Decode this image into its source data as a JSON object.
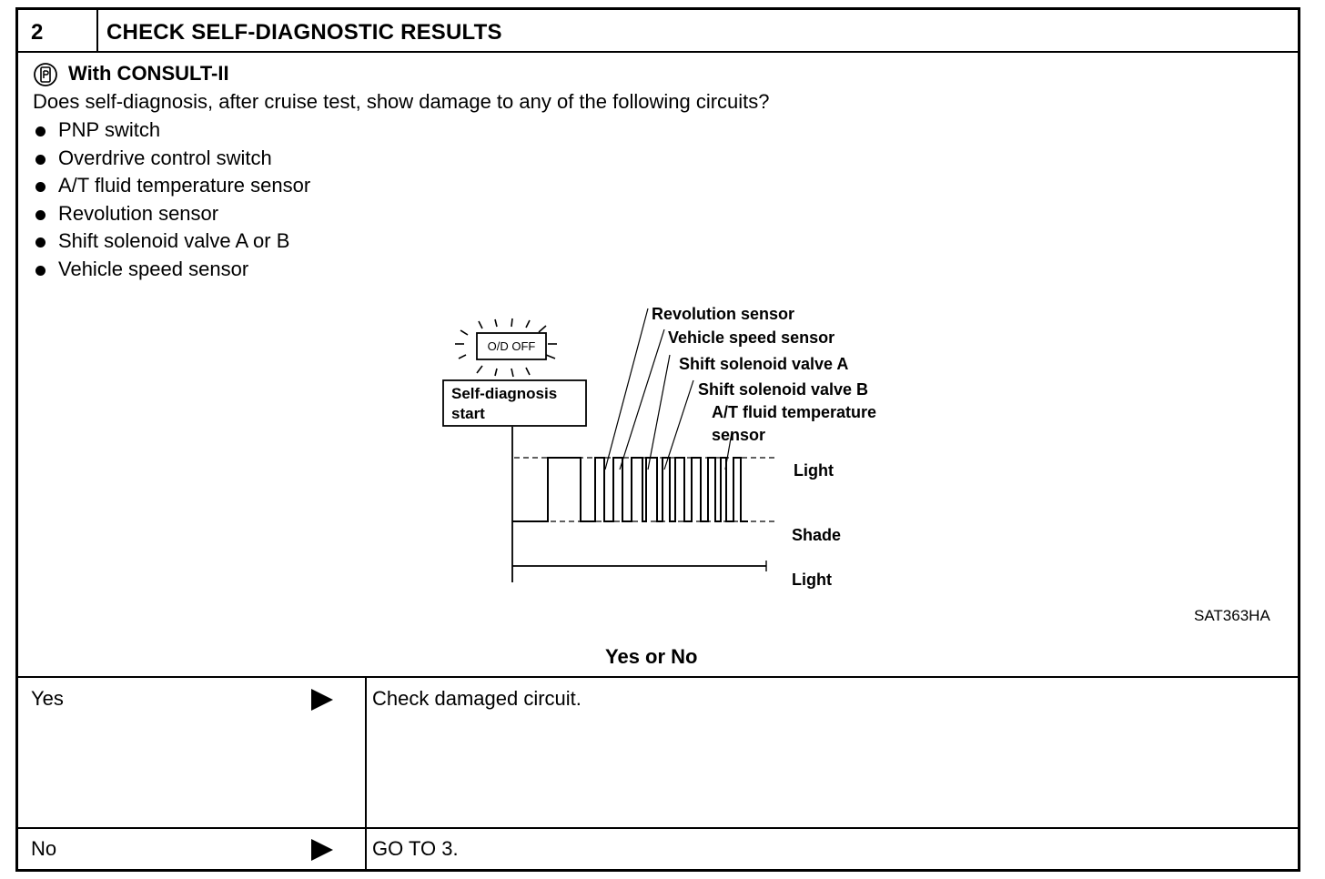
{
  "step": {
    "number": "2",
    "title": "CHECK SELF-DIAGNOSTIC RESULTS"
  },
  "consult": {
    "label": "With CONSULT-II",
    "icon": "consult-ii-icon"
  },
  "question": "Does self-diagnosis, after cruise test, show damage to any of the following circuits?",
  "circuits": [
    "PNP switch",
    "Overdrive control switch",
    "A/T fluid temperature sensor",
    "Revolution sensor",
    "Shift solenoid valve A or B",
    "Vehicle speed sensor"
  ],
  "diagram": {
    "lamp_label": "O/D OFF",
    "start_label_1": "Self-diagnosis",
    "start_label_2": "start",
    "sensor_labels": [
      "Revolution sensor",
      "Vehicle speed sensor",
      "Shift solenoid valve A",
      "Shift solenoid valve B",
      "A/T fluid temperature",
      "sensor"
    ],
    "level_light": "Light",
    "level_shade": "Shade",
    "level_light_2": "Light"
  },
  "figure_code": "SAT363HA",
  "decision_heading": "Yes or No",
  "answers": [
    {
      "label": "Yes",
      "action": "Check damaged circuit."
    },
    {
      "label": "No",
      "action": "GO TO 3."
    }
  ]
}
